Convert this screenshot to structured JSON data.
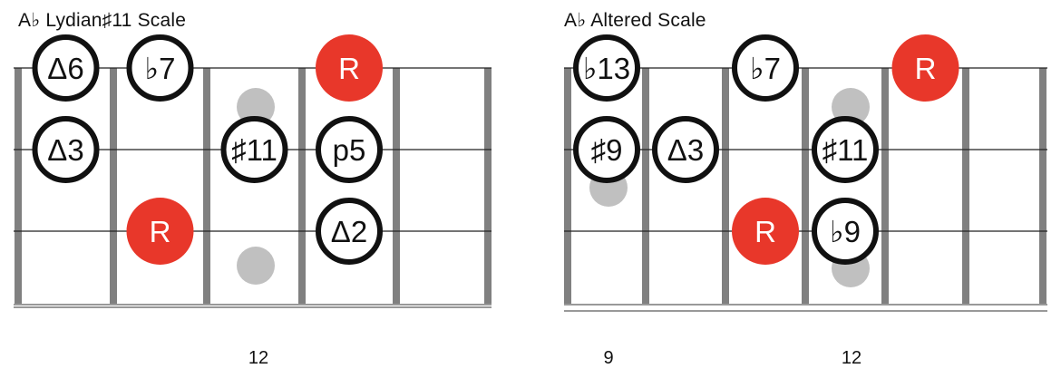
{
  "diagrams": [
    {
      "title": "A♭ Lydian♯11 Scale",
      "fret_labels": [
        "12"
      ],
      "notes": [
        {
          "label": "Δ6",
          "string": 1,
          "fret_slot": 1,
          "type": "interval"
        },
        {
          "label": "♭7",
          "string": 1,
          "fret_slot": 2,
          "type": "interval"
        },
        {
          "label": "R",
          "string": 1,
          "fret_slot": 4,
          "type": "root"
        },
        {
          "label": "Δ3",
          "string": 2,
          "fret_slot": 1,
          "type": "interval"
        },
        {
          "label": "♯11",
          "string": 2,
          "fret_slot": 3,
          "type": "interval"
        },
        {
          "label": "p5",
          "string": 2,
          "fret_slot": 4,
          "type": "interval"
        },
        {
          "label": "R",
          "string": 3,
          "fret_slot": 2,
          "type": "root"
        },
        {
          "label": "Δ2",
          "string": 3,
          "fret_slot": 4,
          "type": "interval"
        }
      ],
      "inlay_markers": [
        "double-dot at 12th fret"
      ]
    },
    {
      "title": "A♭ Altered Scale",
      "fret_labels": [
        "9",
        "12"
      ],
      "notes": [
        {
          "label": "♭13",
          "string": 1,
          "fret_slot": 1,
          "type": "interval"
        },
        {
          "label": "♭7",
          "string": 1,
          "fret_slot": 3,
          "type": "interval"
        },
        {
          "label": "R",
          "string": 1,
          "fret_slot": 5,
          "type": "root"
        },
        {
          "label": "♯9",
          "string": 2,
          "fret_slot": 1,
          "type": "interval"
        },
        {
          "label": "Δ3",
          "string": 2,
          "fret_slot": 2,
          "type": "interval"
        },
        {
          "label": "♯11",
          "string": 2,
          "fret_slot": 4,
          "type": "interval"
        },
        {
          "label": "R",
          "string": 3,
          "fret_slot": 3,
          "type": "root"
        },
        {
          "label": "♭9",
          "string": 3,
          "fret_slot": 4,
          "type": "interval"
        }
      ],
      "inlay_markers": [
        "single dot at 9th fret",
        "double-dot at 12th fret"
      ]
    }
  ],
  "colors": {
    "root_fill": "#e8372a",
    "fret_bar": "#808080",
    "string_line": "#222222",
    "inlay": "#c0c0c0",
    "note_outline": "#111111"
  }
}
